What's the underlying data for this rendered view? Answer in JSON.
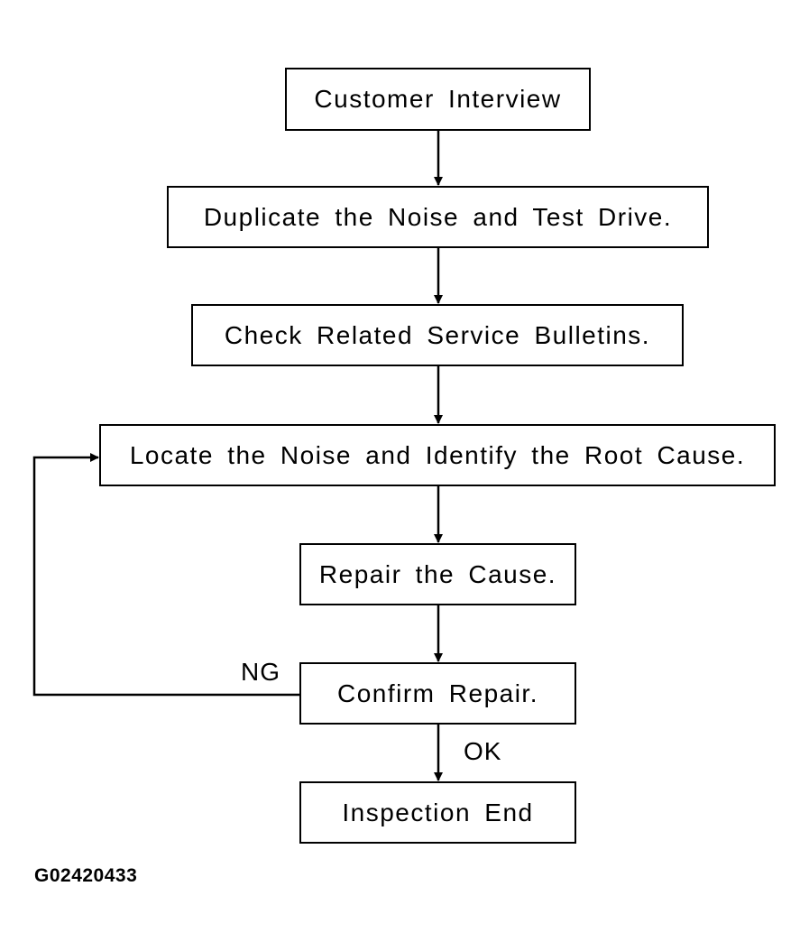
{
  "steps": [
    "Customer Interview",
    "Duplicate the Noise and Test Drive.",
    "Check Related Service Bulletins.",
    "Locate the Noise and Identify the Root Cause.",
    "Repair the Cause.",
    "Confirm Repair.",
    "Inspection End"
  ],
  "branches": {
    "ng": "NG",
    "ok": "OK"
  },
  "figure_code": "G02420433"
}
